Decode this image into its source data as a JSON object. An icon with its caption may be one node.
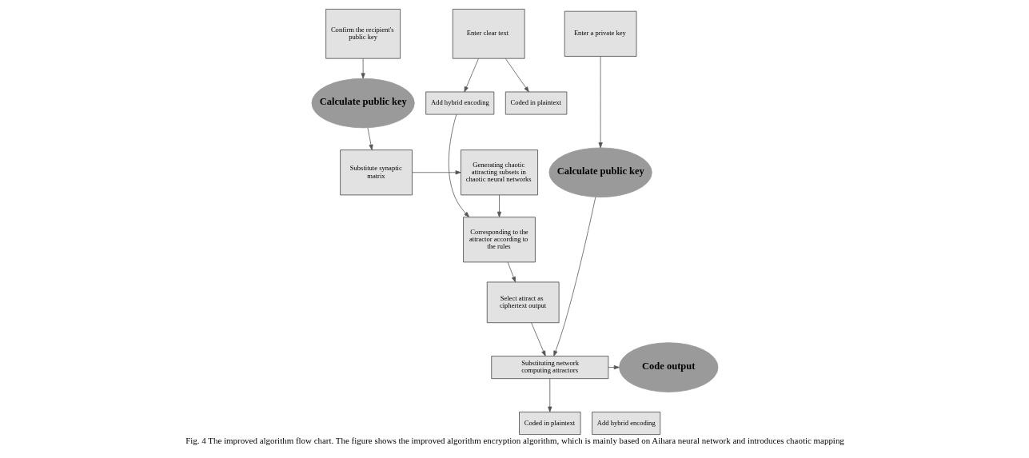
{
  "diagram": {
    "caption": "Fig. 4 The improved algorithm flow chart. The figure shows the improved algorithm encryption algorithm, which is mainly based on Aihara neural network and introduces chaotic mapping",
    "nodes": [
      {
        "text": [
          "Confirm the recipient's public key"
        ]
      },
      {
        "text": [
          "Enter clear text"
        ]
      },
      {
        "text": [
          "Enter a private key"
        ]
      },
      {
        "text": [
          "Coded in plaintext"
        ]
      },
      {
        "text": [
          "Add hybrid encoding"
        ]
      },
      {
        "text": [
          "Calculate public key"
        ]
      },
      {
        "text": [
          "Calculate public key"
        ]
      },
      {
        "text": [
          "Corresponding to the attractor according to the rules"
        ]
      },
      {
        "text": [
          "Select attract as ciphertext output"
        ]
      },
      {
        "text": [
          "Substitute synaptic matrix"
        ]
      },
      {
        "text": [
          "Generating chaotic attracting subsets in chaotic neural networks"
        ]
      },
      {
        "text": [
          "Substituting network computing attractors"
        ]
      },
      {
        "text": [
          "Code output"
        ]
      },
      {
        "text": [
          "Coded in plaintext"
        ]
      },
      {
        "text": [
          "Add hybrid encoding"
        ]
      }
    ],
    "edges": [
      {
        "from": 0,
        "to": 5,
        "arrow": "to"
      },
      {
        "from": 1,
        "to": 3,
        "arrow": "to"
      },
      {
        "from": 1,
        "to": 4,
        "arrow": "to"
      },
      {
        "from": 2,
        "to": 6,
        "arrow": "to"
      },
      {
        "from": 4,
        "to": 7,
        "arrow": "to"
      },
      {
        "from": 5,
        "to": 9,
        "arrow": "to"
      },
      {
        "from": 9,
        "to": 10,
        "arrow": "to"
      },
      {
        "from": 10,
        "to": 7,
        "arrow": "to"
      },
      {
        "from": 7,
        "to": 8,
        "arrow": "to"
      },
      {
        "from": 8,
        "to": 11,
        "arrow": "to"
      },
      {
        "from": 6,
        "to": 11,
        "arrow": "to"
      },
      {
        "from": 11,
        "to": 12,
        "arrow": "to"
      },
      {
        "from": 11,
        "to": 13,
        "arrow": "to"
      }
    ]
  }
}
